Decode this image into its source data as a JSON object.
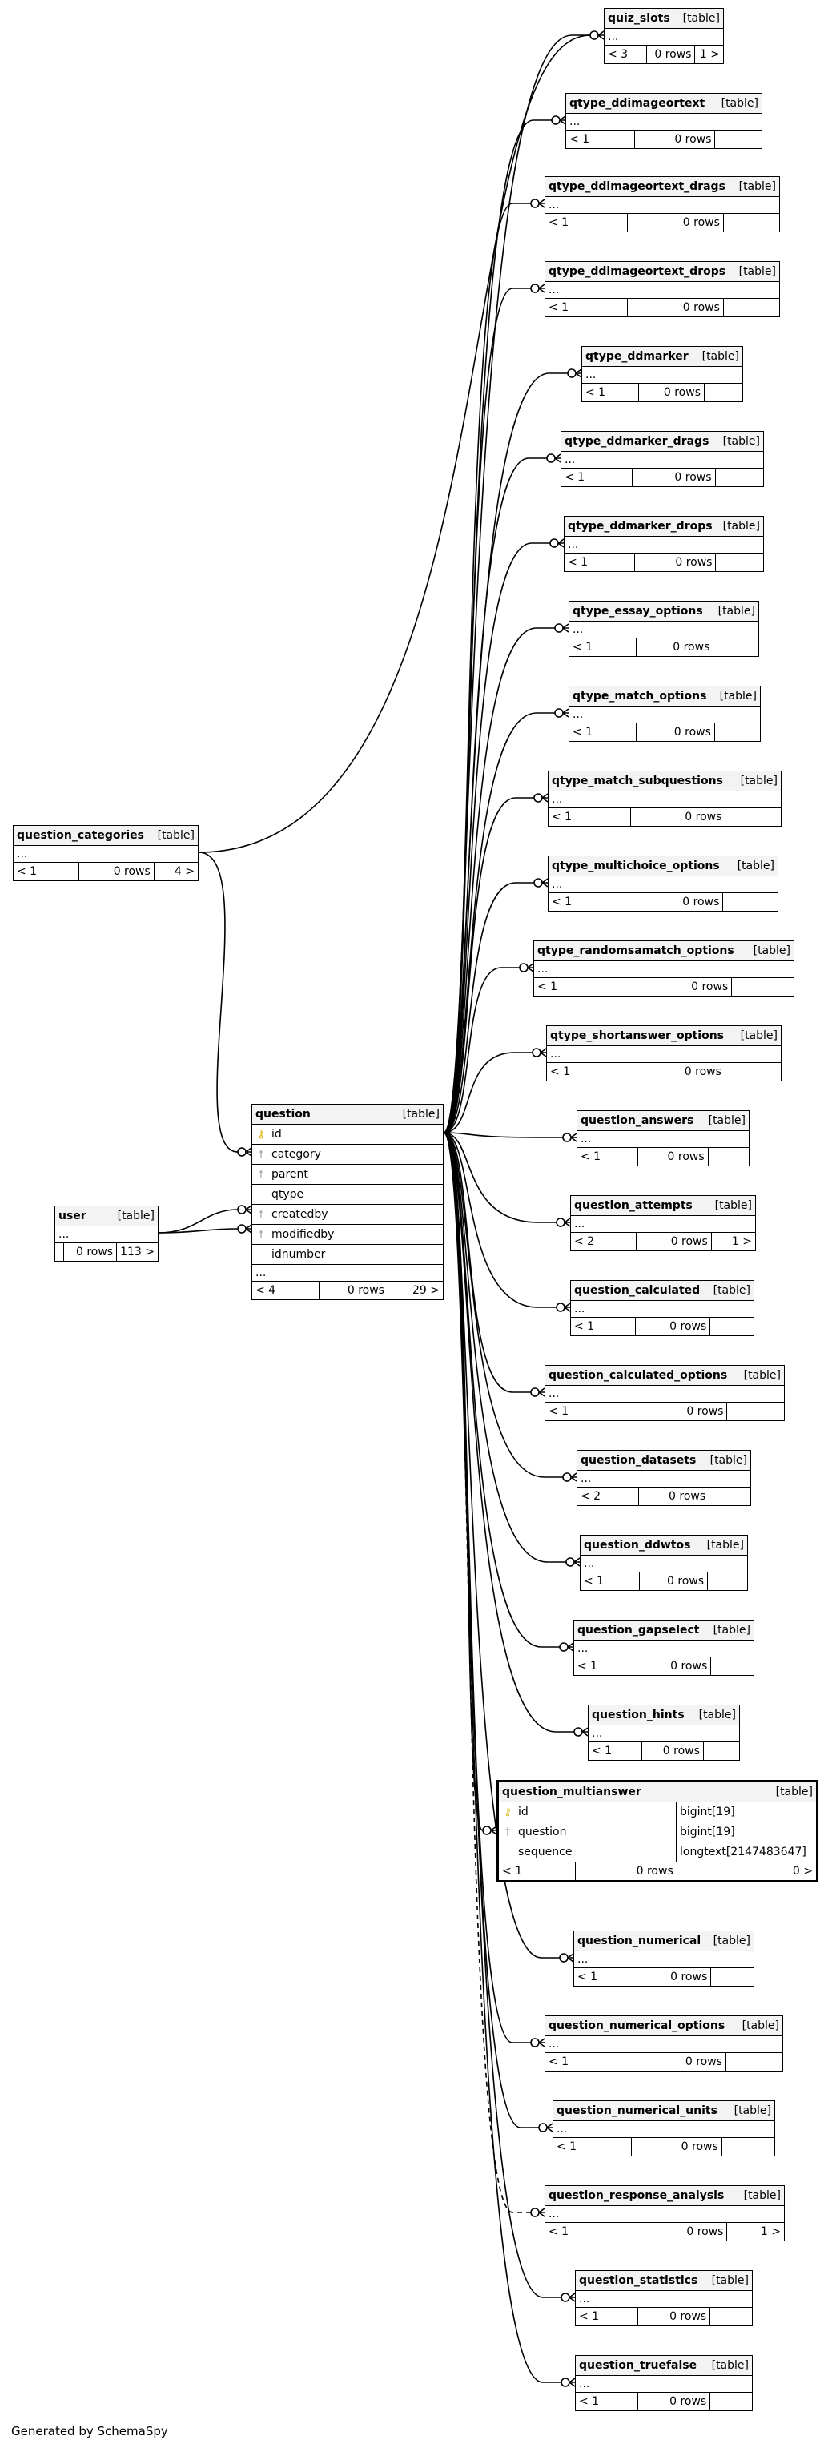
{
  "footer": "Generated by SchemaSpy",
  "kind_label": "[table]",
  "ellipsis": "...",
  "question_categories": {
    "name": "question_categories",
    "parents": "< 1",
    "rows": "0 rows",
    "children": "4 >"
  },
  "user": {
    "name": "user",
    "parents": "",
    "rows": "0 rows",
    "children": "113 >"
  },
  "question": {
    "name": "question",
    "columns": [
      {
        "name": "id",
        "key": "pk"
      },
      {
        "name": "category",
        "key": "fk"
      },
      {
        "name": "parent",
        "key": "fk"
      },
      {
        "name": "qtype",
        "key": ""
      },
      {
        "name": "createdby",
        "key": "fk"
      },
      {
        "name": "modifiedby",
        "key": "fk"
      },
      {
        "name": "idnumber",
        "key": ""
      }
    ],
    "parents": "< 4",
    "rows": "0 rows",
    "children": "29 >"
  },
  "focus": {
    "name": "question_multianswer",
    "columns": [
      {
        "name": "id",
        "key": "pk",
        "type": "bigint[19]"
      },
      {
        "name": "question",
        "key": "fk",
        "type": "bigint[19]"
      },
      {
        "name": "sequence",
        "key": "",
        "type": "longtext[2147483647]"
      }
    ],
    "parents": "< 1",
    "rows": "0 rows",
    "children": "0 >"
  },
  "children": [
    {
      "name": "quiz_slots",
      "parents": "< 3",
      "rows": "0 rows",
      "children": "1 >"
    },
    {
      "name": "qtype_ddimageortext",
      "parents": "< 1",
      "rows": "0 rows",
      "children": ""
    },
    {
      "name": "qtype_ddimageortext_drags",
      "parents": "< 1",
      "rows": "0 rows",
      "children": ""
    },
    {
      "name": "qtype_ddimageortext_drops",
      "parents": "< 1",
      "rows": "0 rows",
      "children": ""
    },
    {
      "name": "qtype_ddmarker",
      "parents": "< 1",
      "rows": "0 rows",
      "children": ""
    },
    {
      "name": "qtype_ddmarker_drags",
      "parents": "< 1",
      "rows": "0 rows",
      "children": ""
    },
    {
      "name": "qtype_ddmarker_drops",
      "parents": "< 1",
      "rows": "0 rows",
      "children": ""
    },
    {
      "name": "qtype_essay_options",
      "parents": "< 1",
      "rows": "0 rows",
      "children": ""
    },
    {
      "name": "qtype_match_options",
      "parents": "< 1",
      "rows": "0 rows",
      "children": ""
    },
    {
      "name": "qtype_match_subquestions",
      "parents": "< 1",
      "rows": "0 rows",
      "children": ""
    },
    {
      "name": "qtype_multichoice_options",
      "parents": "< 1",
      "rows": "0 rows",
      "children": ""
    },
    {
      "name": "qtype_randomsamatch_options",
      "parents": "< 1",
      "rows": "0 rows",
      "children": ""
    },
    {
      "name": "qtype_shortanswer_options",
      "parents": "< 1",
      "rows": "0 rows",
      "children": ""
    },
    {
      "name": "question_answers",
      "parents": "< 1",
      "rows": "0 rows",
      "children": ""
    },
    {
      "name": "question_attempts",
      "parents": "< 2",
      "rows": "0 rows",
      "children": "1 >"
    },
    {
      "name": "question_calculated",
      "parents": "< 1",
      "rows": "0 rows",
      "children": ""
    },
    {
      "name": "question_calculated_options",
      "parents": "< 1",
      "rows": "0 rows",
      "children": ""
    },
    {
      "name": "question_datasets",
      "parents": "< 2",
      "rows": "0 rows",
      "children": ""
    },
    {
      "name": "question_ddwtos",
      "parents": "< 1",
      "rows": "0 rows",
      "children": ""
    },
    {
      "name": "question_gapselect",
      "parents": "< 1",
      "rows": "0 rows",
      "children": ""
    },
    {
      "name": "question_hints",
      "parents": "< 1",
      "rows": "0 rows",
      "children": ""
    },
    {
      "name": "question_numerical",
      "parents": "< 1",
      "rows": "0 rows",
      "children": ""
    },
    {
      "name": "question_numerical_options",
      "parents": "< 1",
      "rows": "0 rows",
      "children": ""
    },
    {
      "name": "question_numerical_units",
      "parents": "< 1",
      "rows": "0 rows",
      "children": ""
    },
    {
      "name": "question_response_analysis",
      "parents": "< 1",
      "rows": "0 rows",
      "children": "1 >"
    },
    {
      "name": "question_statistics",
      "parents": "< 1",
      "rows": "0 rows",
      "children": ""
    },
    {
      "name": "question_truefalse",
      "parents": "< 1",
      "rows": "0 rows",
      "children": ""
    }
  ]
}
